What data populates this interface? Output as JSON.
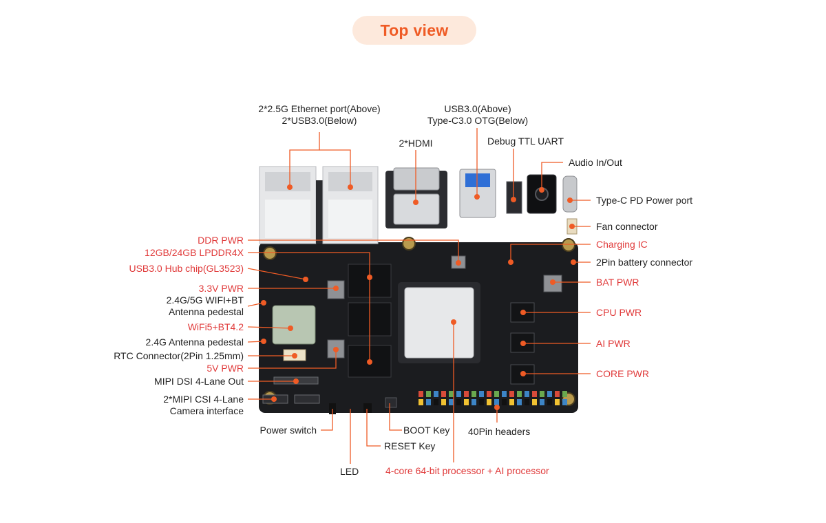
{
  "title": "Top view",
  "colors": {
    "accent": "#ef5b25",
    "title_bg": "#fde9dc",
    "label_red": "#e03a3a",
    "label_dark": "#222222",
    "leader": "#ef5b25",
    "dot": "#ef5b25",
    "board": "#1b1c1f"
  },
  "labels": {
    "ethernet": [
      "2*2.5G Ethernet port(Above)",
      "2*USB3.0(Below)"
    ],
    "usb_typec": [
      "USB3.0(Above)",
      "Type-C3.0 OTG(Below)"
    ],
    "hdmi": "2*HDMI",
    "debug_uart": "Debug TTL UART",
    "audio": "Audio In/Out",
    "typec_pd": "Type-C PD Power port",
    "fan": "Fan connector",
    "charging_ic": "Charging IC",
    "battery": "2Pin battery connector",
    "bat_pwr": "BAT PWR",
    "cpu_pwr": "CPU PWR",
    "ai_pwr": "AI PWR",
    "core_pwr": "CORE PWR",
    "ddr_pwr": "DDR PWR",
    "lpddr": "12GB/24GB LPDDR4X",
    "usb_hub": "USB3.0 Hub chip(GL3523)",
    "pwr_33": "3.3V PWR",
    "antenna_pedestal": [
      "2.4G/5G WIFI+BT",
      "Antenna pedestal"
    ],
    "wifi": "WiFi5+BT4.2",
    "antenna_24": "2.4G Antenna pedestal",
    "rtc": "RTC Connector(2Pin 1.25mm)",
    "pwr_5v": "5V PWR",
    "mipi_dsi": "MIPI DSI 4-Lane Out",
    "mipi_csi": [
      "2*MIPI CSI 4-Lane",
      "Camera interface"
    ],
    "power_switch": "Power switch",
    "led": "LED",
    "reset_key": "RESET Key",
    "boot_key": "BOOT Key",
    "gpio_40": "40Pin headers",
    "processor": "4-core 64-bit processor + AI processor"
  }
}
